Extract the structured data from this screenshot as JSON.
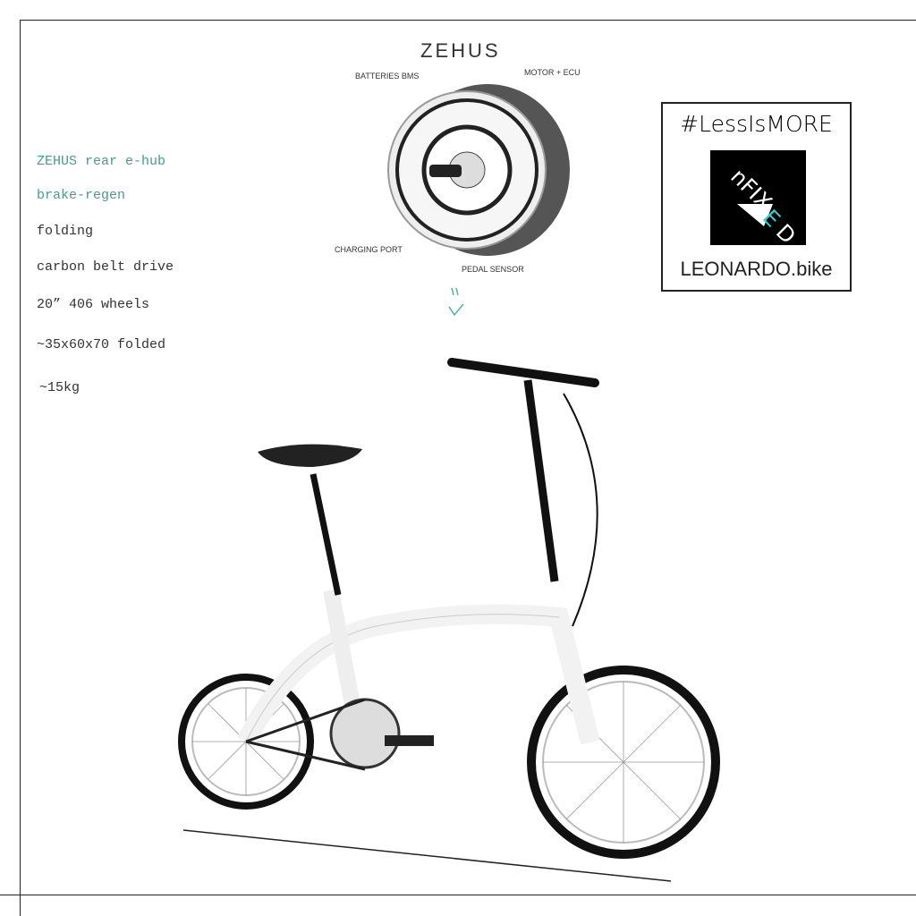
{
  "specs": [
    {
      "text": "ZEHUS rear e-hub",
      "color": "#4a9a90"
    },
    {
      "text": "brake-regen",
      "color": "#4a9a90"
    },
    {
      "text": "folding",
      "color": "#333333"
    },
    {
      "text": "carbon belt drive",
      "color": "#333333"
    },
    {
      "text": "20” 406 wheels",
      "color": "#333333"
    },
    {
      "text": "~35x60x70 folded",
      "color": "#333333"
    },
    {
      "text": "~15kg",
      "color": "#333333"
    }
  ],
  "hub": {
    "brand": "ZEHUS",
    "labels": {
      "batteries": "BATTERIES BMS",
      "motor": "MOTOR + ECU",
      "charging": "CHARGING PORT",
      "pedal": "PEDAL SENSOR"
    }
  },
  "badge": {
    "hashtag": "#LessIsMORE",
    "logo_text": "nFIXED",
    "site": "LEONARDO.bike",
    "accent": "#2fd0d0"
  }
}
